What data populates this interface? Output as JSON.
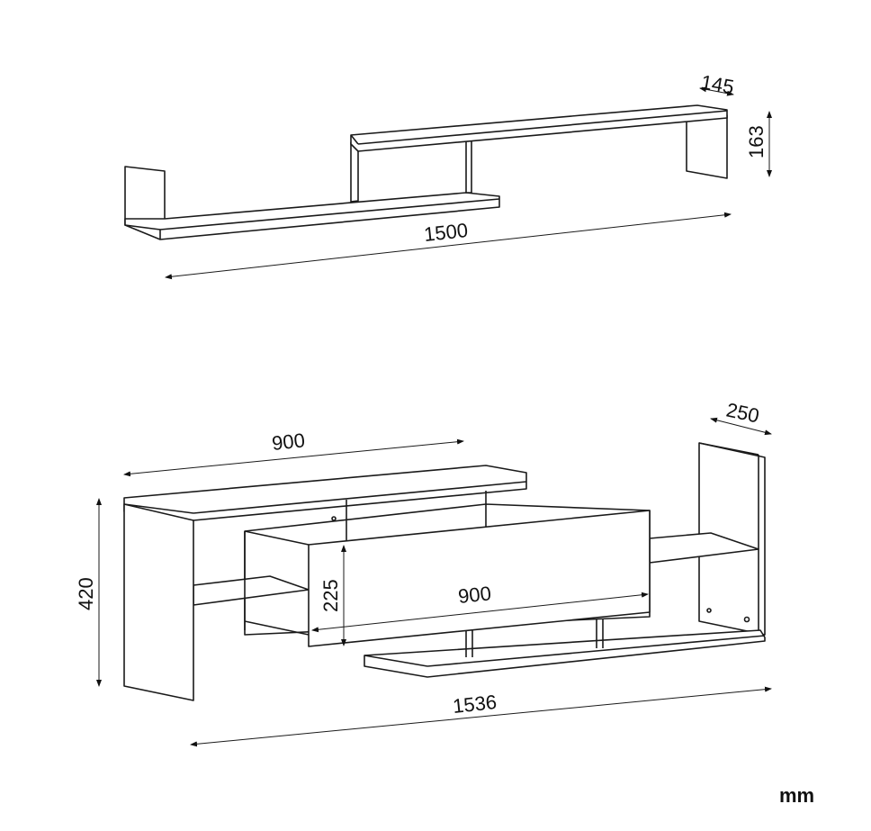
{
  "wall_shelf": {
    "depth": "145",
    "height": "163",
    "width": "1500"
  },
  "tv_unit": {
    "top_width": "900",
    "depth": "250",
    "height": "420",
    "drawer_height": "225",
    "drawer_width": "900",
    "total_width": "1536"
  },
  "unit_label": "mm"
}
